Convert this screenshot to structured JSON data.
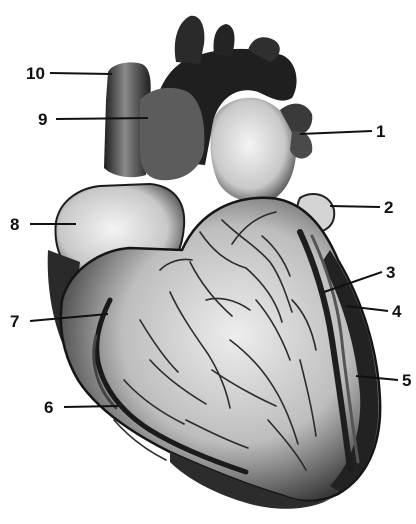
{
  "labels": {
    "l1": "1",
    "l2": "2",
    "l3": "3",
    "l4": "4",
    "l5": "5",
    "l6": "6",
    "l7": "7",
    "l8": "8",
    "l9": "9",
    "l10": "10"
  },
  "colors": {
    "ink": "#111111",
    "shade_dark": "#2a2a2a",
    "shade_mid": "#6e6e6e",
    "shade_light": "#cfcfcf",
    "paper": "#ffffff"
  }
}
